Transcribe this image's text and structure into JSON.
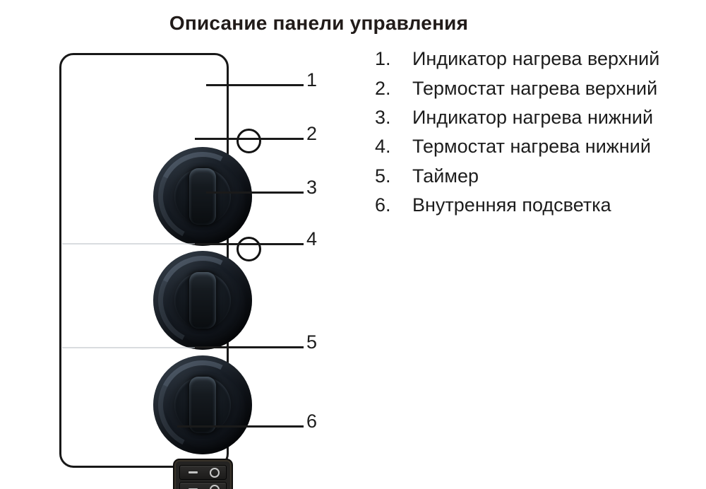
{
  "title": "Описание панели управления",
  "callouts": {
    "numbers": [
      "1",
      "2",
      "3",
      "4",
      "5",
      "6"
    ]
  },
  "legend": {
    "items": [
      {
        "num": "1.",
        "label": "Индикатор нагрева верхний"
      },
      {
        "num": "2.",
        "label": "Термостат нагрева верхний"
      },
      {
        "num": "3.",
        "label": "Индикатор нагрева нижний"
      },
      {
        "num": "4.",
        "label": "Термостат нагрева нижний"
      },
      {
        "num": "5.",
        "label": "Таймер"
      },
      {
        "num": "6.",
        "label": "Внутренняя подсветка"
      }
    ]
  },
  "panel": {
    "icons": {
      "indicator_lamp": "indicator-lamp-icon",
      "control_knob": "control-knob-icon",
      "rocker_on_symbol": "dash-icon",
      "rocker_off_symbol": "circle-icon"
    },
    "knob_count": 3,
    "indicator_count": 2,
    "switch_rocker_count": 2
  },
  "colors": {
    "line": "#1a1a1a",
    "text": "#1d1d1d",
    "title": "#211b19",
    "knob_base": "#12161b",
    "switch_body": "#242322",
    "background": "#ffffff"
  }
}
